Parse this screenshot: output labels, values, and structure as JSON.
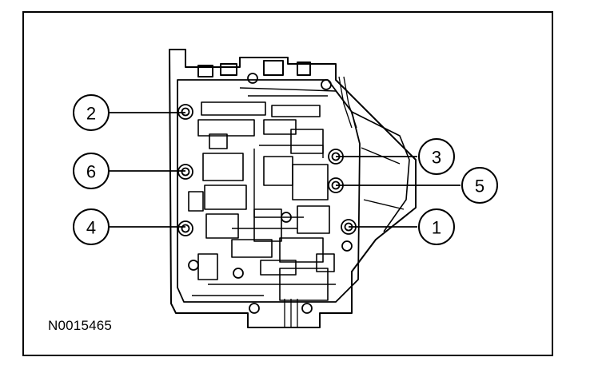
{
  "figure": {
    "code": "N0015465",
    "callouts": [
      "1",
      "2",
      "3",
      "4",
      "5",
      "6"
    ]
  },
  "colors": {
    "line": "#000000",
    "background": "#ffffff"
  }
}
